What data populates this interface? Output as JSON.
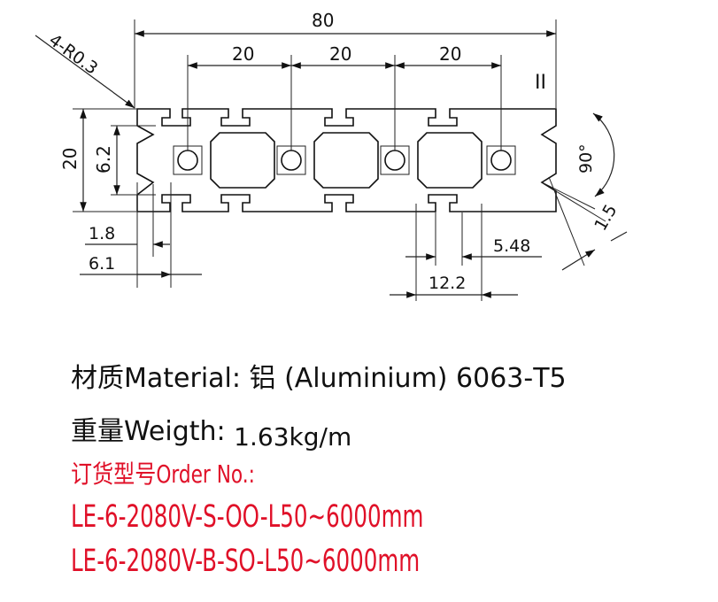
{
  "drawing": {
    "dim_total_width": "80",
    "dim_pitch_1": "20",
    "dim_pitch_2": "20",
    "dim_pitch_3": "20",
    "dim_corner_radius": "4-R0.3",
    "dim_height": "20",
    "dim_slot_opening": "6.2",
    "dim_lip_thickness": "1.8",
    "dim_slot_depth": "6.1",
    "dim_slot_inner": "5.48",
    "dim_slot_width": "12.2",
    "dim_angle": "90°",
    "dim_groove": "1.5",
    "view_mark": "II"
  },
  "specs": {
    "material_label": "材质Material:",
    "material_value": "铝 (Aluminium) 6063-T5",
    "weight_label": "重量Weigth:",
    "weight_value": "1.63kg/m"
  },
  "order": {
    "heading": "订货型号Order No.:",
    "codes": [
      "LE-6-2080V-S-OO-L50~6000mm",
      "LE-6-2080V-B-SO-L50~6000mm"
    ]
  },
  "colors": {
    "order_text": "#e01028",
    "line": "#111111"
  }
}
